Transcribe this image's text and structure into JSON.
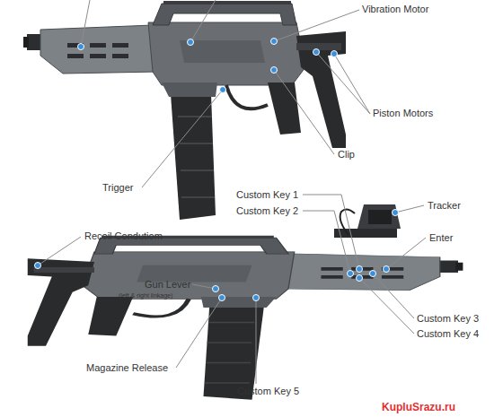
{
  "diagram": {
    "labels": [
      "Vibration Motor",
      "Piston Motors",
      "Clip",
      "Trigger",
      "Custom Key 1",
      "Custom Key 2",
      "Tracker",
      "Enter",
      "Recoil Condutiom",
      "Gun Lever",
      "(left & right linkage)",
      "Magazine Release",
      "Custom Key 3",
      "Custom Key 4",
      "Custom Key 5",
      "KupluSrazu.ru"
    ]
  }
}
